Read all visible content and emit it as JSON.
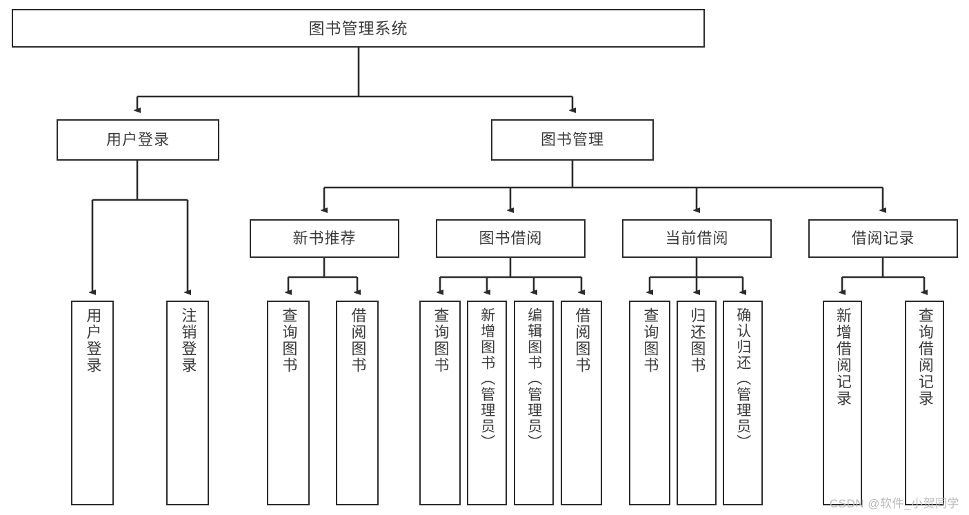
{
  "diagram": {
    "title": "图书管理系统",
    "root": {
      "label": "图书管理系统"
    },
    "level2": [
      {
        "label": "用户登录"
      },
      {
        "label": "图书管理"
      }
    ],
    "level3": [
      {
        "label": "新书推荐"
      },
      {
        "label": "图书借阅"
      },
      {
        "label": "当前借阅"
      },
      {
        "label": "借阅记录"
      }
    ],
    "leaves": [
      {
        "label": "用户登录"
      },
      {
        "label": "注销登录"
      },
      {
        "label": "查询图书"
      },
      {
        "label": "借阅图书"
      },
      {
        "label": "查询图书"
      },
      {
        "label": "新增图书（管理员）"
      },
      {
        "label": "编辑图书（管理员）"
      },
      {
        "label": "借阅图书"
      },
      {
        "label": "查询图书"
      },
      {
        "label": "归还图书"
      },
      {
        "label": "确认归还（管理员）"
      },
      {
        "label": "新增借阅记录"
      },
      {
        "label": "查询借阅记录"
      }
    ]
  },
  "watermark": {
    "text": "CSDN @软件_小贺同学"
  },
  "colors": {
    "stroke": "#2b2b2b",
    "text": "#3a3a3a",
    "background": "#ffffff",
    "watermark": "#b9b9b9"
  }
}
